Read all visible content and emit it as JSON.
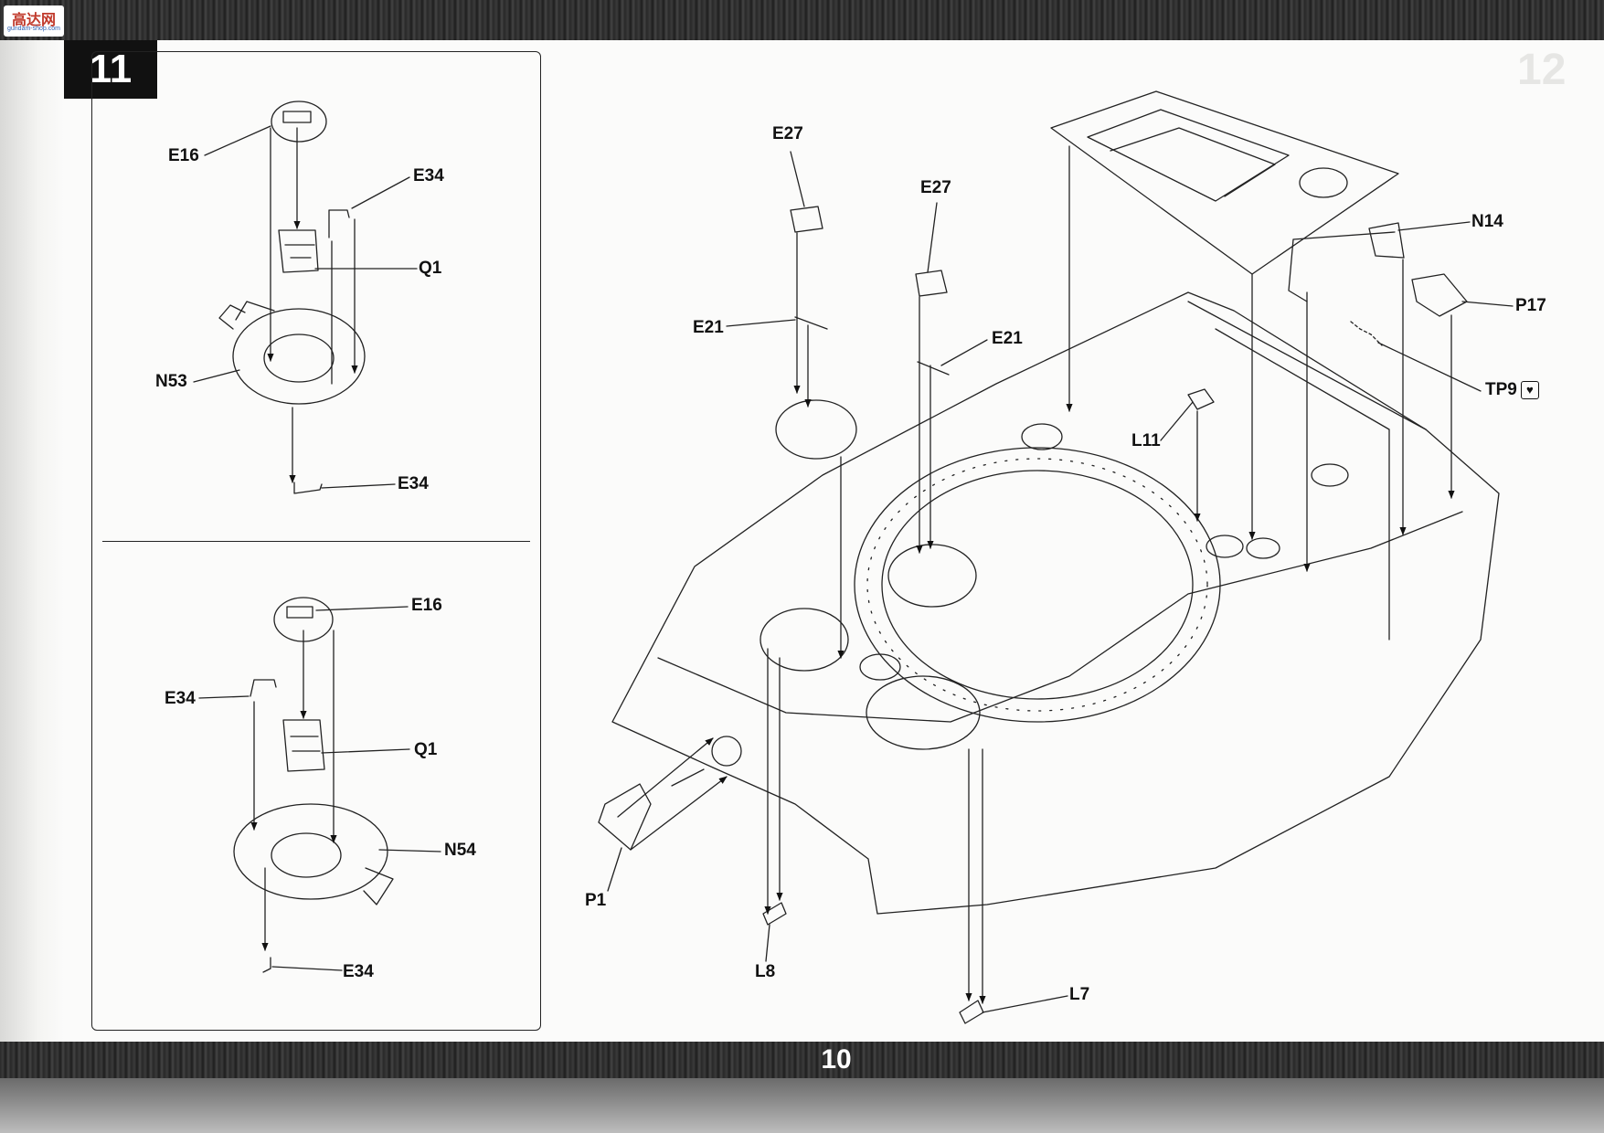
{
  "header": {
    "logo_text": "高达网",
    "logo_subtext": "gundam-shop.com"
  },
  "step": {
    "number": "11",
    "next_number": "12"
  },
  "page": {
    "number": "10"
  },
  "inset_top": {
    "labels": {
      "e16": "E16",
      "e34_top": "E34",
      "q1": "Q1",
      "n53": "N53",
      "e34_bottom": "E34"
    }
  },
  "inset_bottom": {
    "labels": {
      "e16": "E16",
      "e34_top": "E34",
      "q1": "Q1",
      "n54": "N54",
      "e34_bottom": "E34"
    }
  },
  "main": {
    "labels": {
      "e27_left": "E27",
      "e27_right": "E27",
      "e21_left": "E21",
      "e21_right": "E21",
      "n14": "N14",
      "p17": "P17",
      "tp9": "TP9",
      "l11": "L11",
      "p1": "P1",
      "l8": "L8",
      "l7": "L7"
    },
    "icons": {
      "tp9_icon": "broken-heart-icon"
    }
  }
}
